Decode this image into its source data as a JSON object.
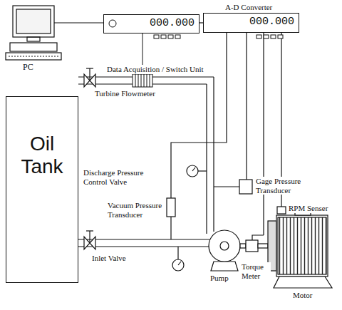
{
  "diagram": {
    "nodes": [
      {
        "text": [
          "PC"
        ]
      },
      {
        "text": [
          "000.000",
          "Data Acquisition / Switch Unit"
        ]
      },
      {
        "text": [
          "A-D Converter",
          "000.000"
        ]
      },
      {
        "text": [
          "Oil Tank"
        ]
      }
    ],
    "edges": [
      {
        "from": 0,
        "to": 1,
        "arrow": "none"
      },
      {
        "from": 1,
        "to": 2,
        "arrow": "none"
      }
    ],
    "labels": [
      "Turbine Flowmeter",
      "Discharge Pressure Control Valve",
      "Vacuum Pressure Transducer",
      "Gage Pressure Transducer",
      "RPM Senser",
      "Inlet Valve",
      "Torque Meter",
      "Pump",
      "Motor"
    ]
  }
}
